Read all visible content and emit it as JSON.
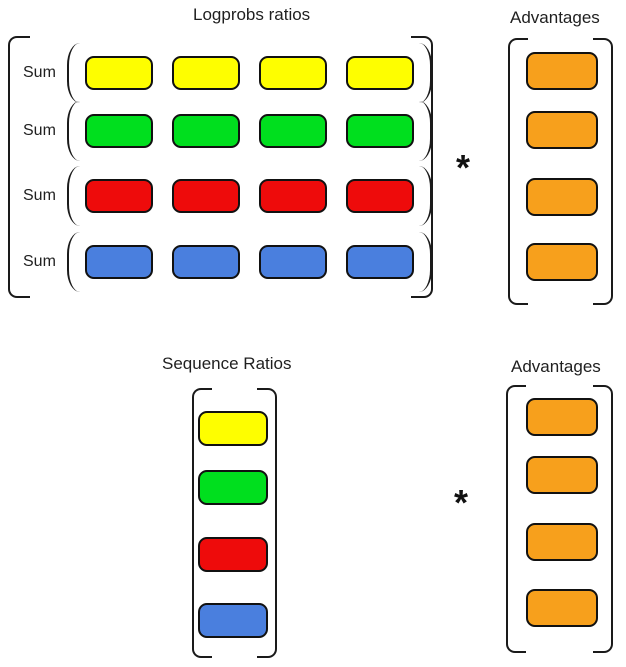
{
  "palette": {
    "yellow": "#FEFE00",
    "green": "#00DF1E",
    "red": "#EE0B0B",
    "blue": "#4A7FDE",
    "orange": "#F7A01C"
  },
  "top": {
    "matrix_title": "Logprobs ratios",
    "operator": "*",
    "rows": [
      {
        "label": "Sum",
        "color": "#FEFE00"
      },
      {
        "label": "Sum",
        "color": "#00DF1E"
      },
      {
        "label": "Sum",
        "color": "#EE0B0B"
      },
      {
        "label": "Sum",
        "color": "#4A7FDE"
      }
    ],
    "advantages": {
      "title": "Advantages",
      "cell_color": "#F7A01C"
    }
  },
  "bottom": {
    "vector_title": "Sequence Ratios",
    "operator": "*",
    "vector_cells": [
      {
        "color": "#FEFE00"
      },
      {
        "color": "#00DF1E"
      },
      {
        "color": "#EE0B0B"
      },
      {
        "color": "#4A7FDE"
      }
    ],
    "advantages": {
      "title": "Advantages",
      "cell_color": "#F7A01C"
    }
  }
}
